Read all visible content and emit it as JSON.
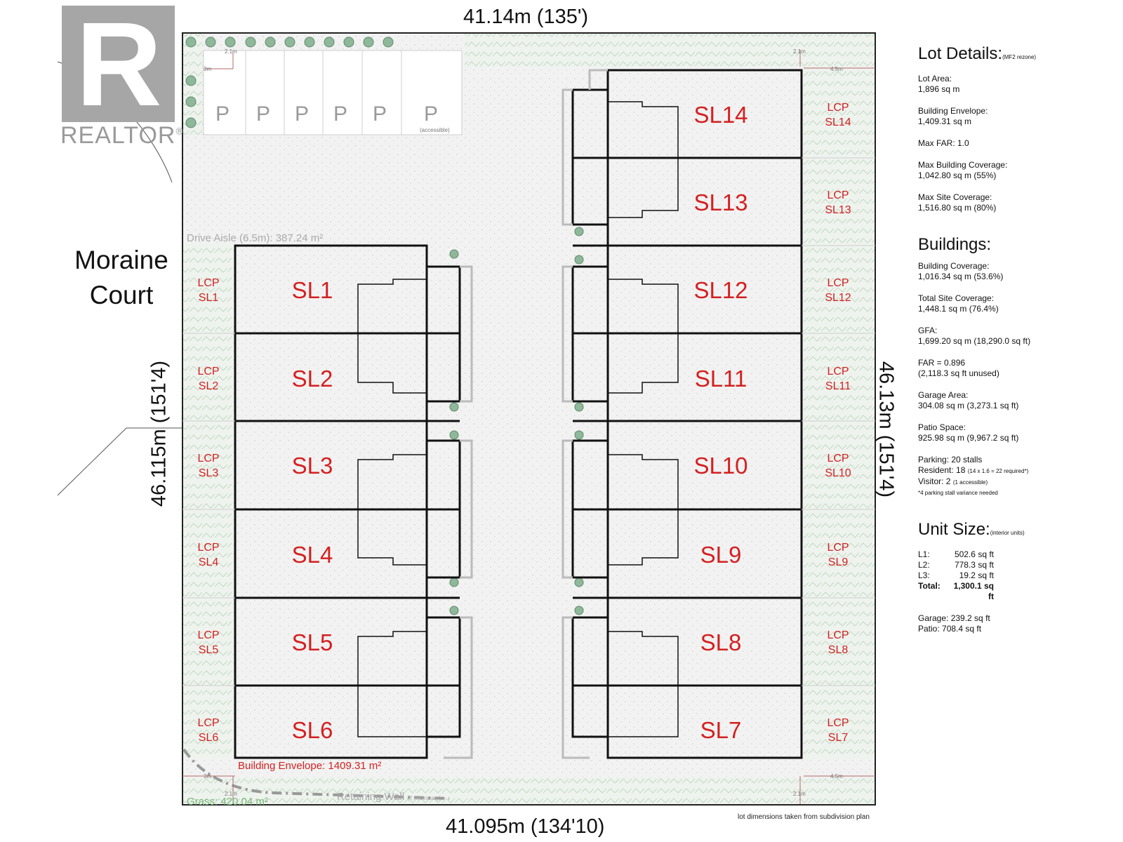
{
  "watermark": {
    "brand": "REALTOR",
    "registered": "®",
    "logo_letter": "R"
  },
  "dimensions": {
    "top": "41.14m (135')",
    "bottom": "41.095m (134'10)",
    "left": "46.115m (151'4)",
    "right": "46.13m (151'4)"
  },
  "street": {
    "line1": "Moraine",
    "line2": "Court"
  },
  "site_labels": {
    "drive_aisle": "Drive Aisle (6.5m): 387.24 m²",
    "building_envelope": "Building Envelope: 1409.31 m²",
    "grass": "Grass: 420.04 m²",
    "retaining_wall": "Retaining Wall",
    "retaining_wall_note": "(if necessary)",
    "setback_2_1": "2.1m",
    "setback_3": "3m",
    "setback_4_5": "4.5m",
    "footnote": "lot dimensions taken from subdivision plan"
  },
  "parking": {
    "label": "P",
    "stalls": 6,
    "accessible_note": "(accessible)"
  },
  "left_units": [
    "SL1",
    "SL2",
    "SL3",
    "SL4",
    "SL5",
    "SL6"
  ],
  "right_units": [
    "SL14",
    "SL13",
    "SL12",
    "SL11",
    "SL10",
    "SL9",
    "SL8",
    "SL7"
  ],
  "lcp_prefix": "LCP",
  "colors": {
    "unit_label": "#d42020",
    "landscape": "#dfe9df",
    "drive": "#eeeeee"
  },
  "lot_details": {
    "heading": "Lot Details:",
    "heading_note": "(MF2 rezone)",
    "lot_area_label": "Lot Area:",
    "lot_area": "1,896 sq m",
    "building_envelope_label": "Building Envelope:",
    "building_envelope": "1,409.31 sq m",
    "max_far": "Max FAR: 1.0",
    "max_building_coverage_label": "Max Building Coverage:",
    "max_building_coverage": "1,042.80 sq m (55%)",
    "max_site_coverage_label": "Max Site Coverage:",
    "max_site_coverage": "1,516.80 sq m (80%)"
  },
  "buildings": {
    "heading": "Buildings:",
    "building_coverage_label": "Building Coverage:",
    "building_coverage": "1,016.34 sq m (53.6%)",
    "total_site_coverage_label": "Total Site Coverage:",
    "total_site_coverage": "1,448.1 sq m (76.4%)",
    "gfa_label": "GFA:",
    "gfa": "1,699.20 sq m (18,290.0 sq ft)",
    "far": "FAR = 0.896",
    "far_note": "(2,118.3 sq ft unused)",
    "garage_area_label": "Garage Area:",
    "garage_area": "304.08 sq m (3,273.1 sq ft)",
    "patio_space_label": "Patio Space:",
    "patio_space": "925.98 sq m (9,967.2 sq ft)",
    "parking_label": "Parking: 20 stalls",
    "resident": "Resident: 18",
    "resident_note": "(14 x 1.6 = 22 required*)",
    "visitor": "Visitor: 2",
    "visitor_note": "(1 accessible)",
    "variance_note": "*4 parking stall variance needed"
  },
  "unit_size": {
    "heading": "Unit Size:",
    "heading_note": "(interior units)",
    "rows": [
      {
        "label": "L1:",
        "value": "502.6 sq ft"
      },
      {
        "label": "L2:",
        "value": "778.3 sq ft"
      },
      {
        "label": "L3:",
        "value": "19.2 sq ft"
      }
    ],
    "total_label": "Total:",
    "total_value": "1,300.1 sq ft",
    "garage": "Garage: 239.2 sq ft",
    "patio": "Patio: 708.4 sq ft"
  }
}
